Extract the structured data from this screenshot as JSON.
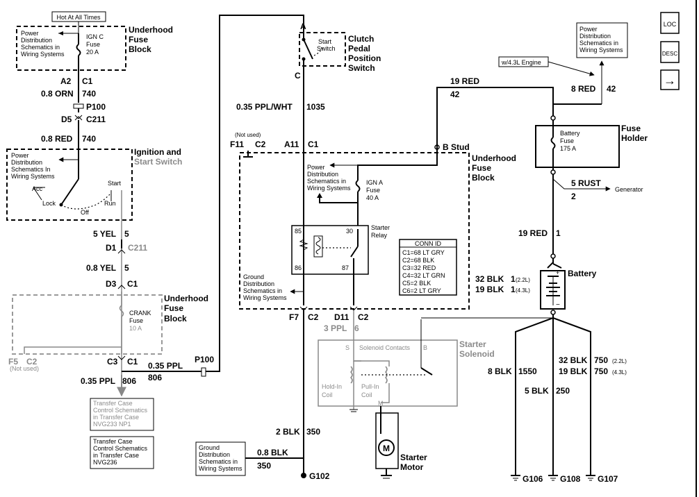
{
  "nav": {
    "loc": "LOC",
    "desc": "DESC",
    "next_arrow": "→"
  },
  "text": {
    "hot_at_all_times": "Hot At All Times",
    "pd_line1": "Power",
    "pd_line2": "Distribution",
    "pd_line3": "Schematics in",
    "pd_line4": "Wiring Systems",
    "pd2_line3": "Schematics In",
    "pd2_line4": "Wiring Systems",
    "ign_c": "IGN C",
    "fuse": "Fuse",
    "amp20": "20 A",
    "underhood": "Underhood",
    "fuse_word": "Fuse",
    "block_word": "Block",
    "a2": "A2",
    "c1": "C1",
    "orn_wire": "0.8 ORN",
    "n740": "740",
    "p100": "P100",
    "d5": "D5",
    "c211": "C211",
    "red_wire": "0.8 RED",
    "ignition_and": "Ignition and",
    "start_switch": "Start Switch",
    "acc": "Acc",
    "start": "Start",
    "lock": "Lock",
    "run": "Run",
    "off": "Off",
    "yel5": "5 YEL",
    "n5": "5",
    "d1": "D1",
    "c211b": "C211",
    "yel08": "0.8 YEL",
    "n5b": "5",
    "d3": "D3",
    "c1b": "C1",
    "crank": "CRANK",
    "fuse2": "Fuse",
    "amp10": "10 A",
    "f5": "F5",
    "c2": "C2",
    "not_used": "(Not used)",
    "c3": "C3",
    "c1c": "C1",
    "ppl035": "0.35 PPL",
    "n806": "806",
    "p100b": "P100",
    "ppl035b": "0.35 PPL",
    "n806b": "806",
    "tc1_l1": "Transfer Case",
    "tc1_l2": "Control Schematics",
    "tc1_l3": "in Transfer Case",
    "tc1_l4": "NVG233 NP1",
    "tc2_l1": "Transfer Case",
    "tc2_l2": "Control Schematics",
    "tc2_l3": "in Transfer Case",
    "tc2_l4": "NVG236",
    "a": "A",
    "start_sw_1": "Start",
    "start_sw_2": "Switch",
    "clutch": "Clutch",
    "pedal": "Pedal",
    "position": "Position",
    "switch": "Switch",
    "c_term": "C",
    "pplwht": "0.35 PPL/WHT",
    "n1035": "1035",
    "not_used2": "(Not used)",
    "f11": "F11",
    "c2b": "C2",
    "a11": "A11",
    "c1d": "C1",
    "b_stud": "B Stud",
    "underhood2": "Underhood",
    "fuse3": "Fuse",
    "block2": "Block",
    "pd3_l1": "Power",
    "pd3_l2": "Distribution",
    "pd3_l3": "Schematics in",
    "pd3_l4": "Wiring Systems",
    "ign_a": "IGN A",
    "fuse4": "Fuse",
    "amp40": "40 A",
    "r85": "85",
    "r30": "30",
    "r86": "86",
    "r87": "87",
    "starter_relay_1": "Starter",
    "starter_relay_2": "Relay",
    "conn_id": "CONN ID",
    "conn": [
      "C1=68 LT GRY",
      "C2=68 BLK",
      "C3=32 RED",
      "C4=32 LT GRN",
      "C5=2 BLK",
      "C6=2 LT GRY"
    ],
    "gd_l1": "Ground",
    "gd_l2": "Distribution",
    "gd_l3": "Schematics in",
    "gd_l4": "Wiring Systems",
    "f7": "F7",
    "c2c": "C2",
    "d11": "D11",
    "c2d": "C2",
    "ppl3": "3 PPL",
    "n6": "6",
    "s_term": "S",
    "solenoid_contacts": "Solenoid Contacts",
    "b_term": "B",
    "starter_sol_1": "Starter",
    "starter_sol_2": "Solenoid",
    "holdin_1": "Hold-In",
    "holdin_2": "Coil",
    "pullin_1": "Pull-In",
    "pullin_2": "Coil",
    "m_term": "M",
    "motor_m": "M",
    "starter_motor_1": "Starter",
    "starter_motor_2": "Motor",
    "blk2": "2 BLK",
    "n350": "350",
    "gd2_l1": "Ground",
    "gd2_l2": "Distribution",
    "gd2_l3": "Schematics in",
    "gd2_l4": "Wiring Systems",
    "blk08": "0.8 BLK",
    "n350b": "350",
    "g102": "G102",
    "pd4_l1": "Power",
    "pd4_l2": "Distribution",
    "pd4_l3": "Schematics in",
    "pd4_l4": "Wiring Systems",
    "w43": "w/4.3L Engine",
    "red19": "19 RED",
    "n42": "42",
    "red8": "8 RED",
    "n42b": "42",
    "battery_fuse_1": "Battery",
    "battery_fuse_2": "Fuse",
    "amp175": "175 A",
    "fuse_holder_1": "Fuse",
    "fuse_holder_2": "Holder",
    "rust5": "5 RUST",
    "n2": "2",
    "generator": "Generator",
    "red19b": "19 RED",
    "n1": "1",
    "battery": "Battery",
    "blk32": "32 BLK",
    "n1_22": "1",
    "l22": "(2.2L)",
    "blk19": "19 BLK",
    "n1_43": "1",
    "l43": "(4.3L)",
    "blk8": "8 BLK",
    "n1550": "1550",
    "blk5": "5 BLK",
    "n250": "250",
    "blk32b": "32 BLK",
    "n750": "750",
    "l22b": "(2.2L)",
    "blk19b": "19 BLK",
    "n750b": "750",
    "l43b": "(4.3L)",
    "g106": "G106",
    "g108": "G108",
    "g107": "G107"
  }
}
